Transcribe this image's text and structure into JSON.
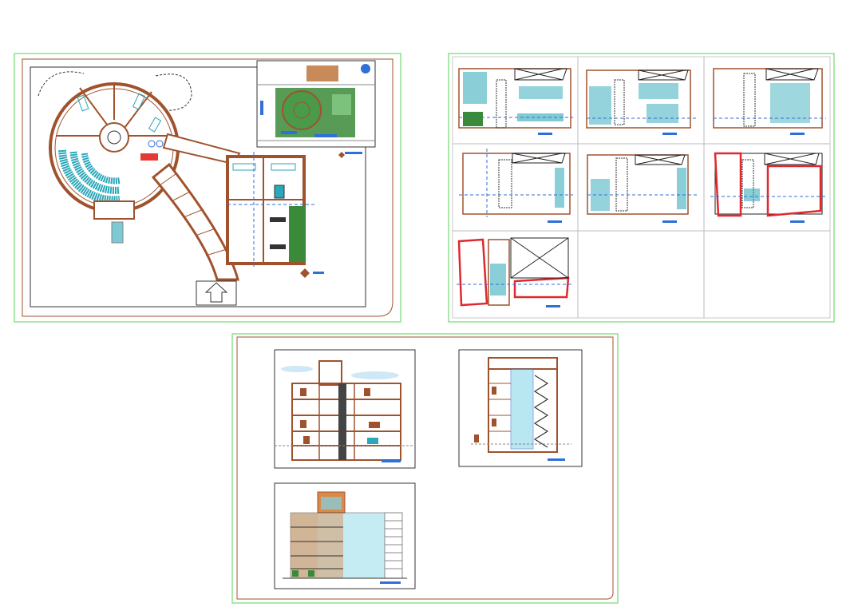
{
  "sheets": [
    {
      "id": "site-plan",
      "kind": "site and first-floor plan"
    },
    {
      "id": "floor-plans",
      "kind": "floor plan grid",
      "panel_count": 7
    },
    {
      "id": "sections-elevation",
      "kind": "sections and facade"
    }
  ],
  "colors": {
    "frame_green": "#8ee08e",
    "wall_brown": "#a0522d",
    "seat_teal": "#2aa7b8",
    "axis_blue": "#2f6fd6",
    "roof_black": "#222222",
    "outline_red": "#e0282e",
    "hatch_red": "#e53935",
    "glass_cyan": "#7fd3e6",
    "landscape_green": "#3a8a3a",
    "sky_blue": "#cfe8f5"
  },
  "icons": [
    "north-arrow-icon",
    "entrance-arrow-icon",
    "section-marker-icon"
  ]
}
